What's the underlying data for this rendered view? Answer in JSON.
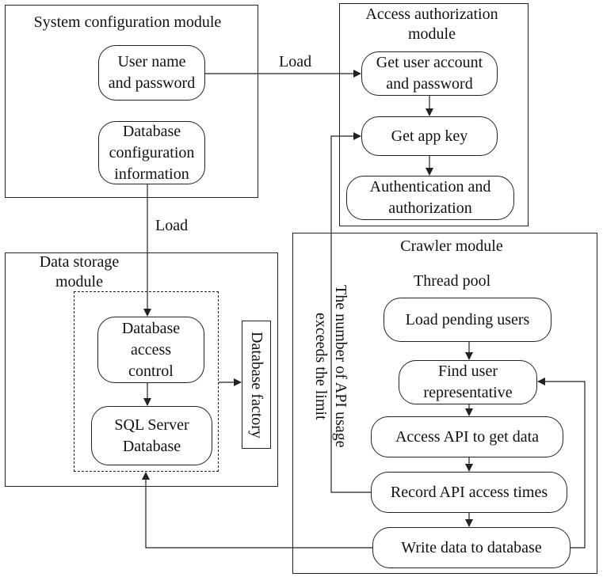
{
  "modules": {
    "system_config": "System configuration module",
    "access_auth": "Access authorization\nmodule",
    "data_storage": "Data storage\nmodule",
    "crawler": "Crawler module"
  },
  "nodes": {
    "user_name_password": "User name\nand password",
    "db_config_info": "Database\nconfiguration\ninformation",
    "get_user_account": "Get user account\nand password",
    "get_app_key": "Get app key",
    "auth": "Authentication and\nauthorization",
    "db_access_control": "Database\naccess\ncontrol",
    "sql_server_db": "SQL Server\nDatabase",
    "db_factory": "Database factory",
    "thread_pool": "Thread pool",
    "load_pending_users": "Load pending users",
    "find_user_rep": "Find user\nrepresentative",
    "access_api": "Access API to get data",
    "record_api_times": "Record API access times",
    "write_data": "Write data to database"
  },
  "edge_labels": {
    "load_top": "Load",
    "load_left": "Load",
    "api_limit": "The number of API usage\nexceeds the limit"
  }
}
